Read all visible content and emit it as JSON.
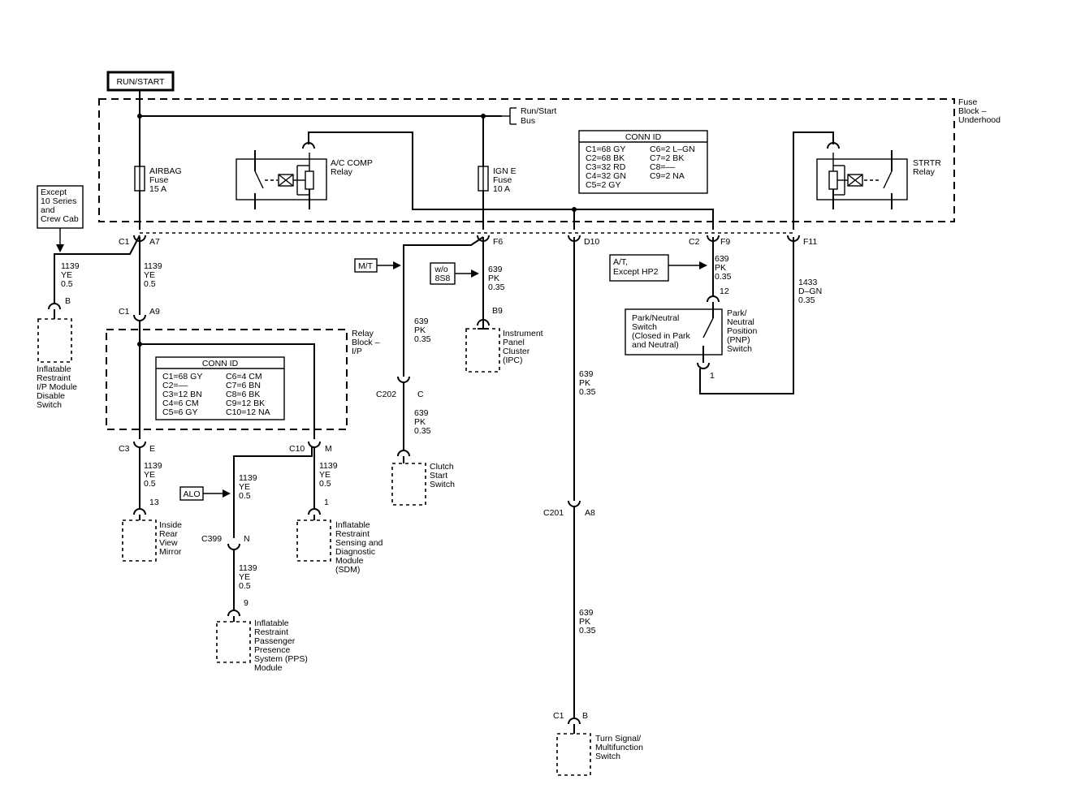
{
  "power_label": "RUN/START",
  "fuse_block": [
    "Fuse",
    "Block –",
    "Underhood"
  ],
  "bus": [
    "Run/Start",
    "Bus"
  ],
  "airbag_fuse": [
    "AIRBAG",
    "Fuse",
    "15 A"
  ],
  "ign_fuse": [
    "IGN E",
    "Fuse",
    "10 A"
  ],
  "ac_relay": [
    "A/C COMP",
    "Relay"
  ],
  "strtr_relay": [
    "STRTR",
    "Relay"
  ],
  "conn_id_top": {
    "title": "CONN ID",
    "left": [
      "C1=68 GY",
      "C2=68 BK",
      "C3=32 RD",
      "C4=32 GN",
      "C5=2 GY"
    ],
    "right": [
      "C6=2 L–GN",
      "C7=2 BK",
      "C8=––",
      "C9=2 NA"
    ]
  },
  "conn_id_relay": {
    "title": "CONN ID",
    "left": [
      "C1=68 GY",
      "C2=––",
      "C3=12 BN",
      "C4=6 CM",
      "C5=6 GY"
    ],
    "right": [
      "C6=4 CM",
      "C7=6 BN",
      "C8=6 BK",
      "C9=12 BK",
      "C10=12 NA"
    ]
  },
  "except_note": [
    "Except",
    "10 Series",
    "and",
    "Crew Cab"
  ],
  "relay_block": [
    "Relay",
    "Block –",
    "I/P"
  ],
  "conn": {
    "c1": "C1",
    "a7": "A7",
    "a9": "A9",
    "f6": "F6",
    "d10": "D10",
    "c2": "C2",
    "f9": "F9",
    "f11": "F11",
    "c3": "C3",
    "e": "E",
    "c10": "C10",
    "m": "M",
    "c202": "C202",
    "c": "C",
    "c201": "C201",
    "a8": "A8",
    "c399": "C399",
    "n": "N",
    "b": "B",
    "b9": "B9",
    "p13": "13",
    "p1": "1",
    "p9": "9",
    "p12": "12",
    "pnp1": "1",
    "c1b": "C1",
    "bb": "B",
    "c1c": "C1"
  },
  "wire_1139": [
    "1139",
    "YE",
    "0.5"
  ],
  "wire_639": [
    "639",
    "PK",
    "0.35"
  ],
  "wire_1433": [
    "1433",
    "D–GN",
    "0.35"
  ],
  "tags": {
    "mt": "M/T",
    "wo": [
      "w/o",
      "8S8"
    ],
    "at": [
      "A/T,",
      "Except HP2"
    ],
    "alo": "ALO"
  },
  "pn_switch": [
    "Park/Neutral",
    "Switch",
    "(Closed in Park",
    "and Neutral)"
  ],
  "pnp": [
    "Park/",
    "Neutral",
    "Position",
    "(PNP)",
    "Switch"
  ],
  "components": {
    "disable": [
      "Inflatable",
      "Restraint",
      "I/P Module",
      "Disable",
      "Switch"
    ],
    "ipc": [
      "Instrument",
      "Panel",
      "Cluster",
      "(IPC)"
    ],
    "mirror": [
      "Inside",
      "Rear",
      "View",
      "Mirror"
    ],
    "sdm": [
      "Inflatable",
      "Restraint",
      "Sensing and",
      "Diagnostic",
      "Module",
      "(SDM)"
    ],
    "clutch": [
      "Clutch",
      "Start",
      "Switch"
    ],
    "pps": [
      "Inflatable",
      "Restraint",
      "Passenger",
      "Presence",
      "System (PPS)",
      "Module"
    ],
    "turn": [
      "Turn Signal/",
      "Multifunction",
      "Switch"
    ]
  }
}
